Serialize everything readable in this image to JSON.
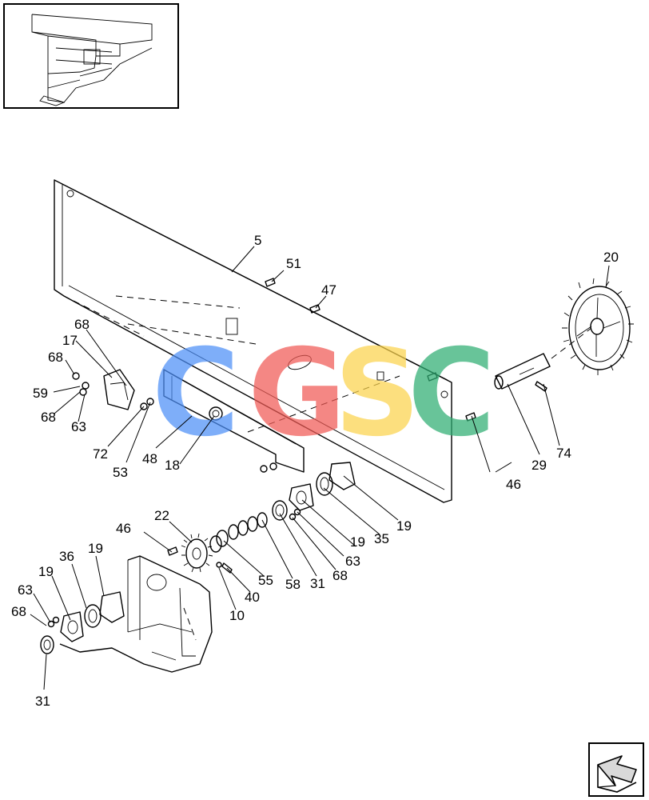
{
  "diagram": {
    "callouts": [
      {
        "id": "c5",
        "text": "5"
      },
      {
        "id": "c51",
        "text": "51"
      },
      {
        "id": "c47",
        "text": "47"
      },
      {
        "id": "c20",
        "text": "20"
      },
      {
        "id": "c68a",
        "text": "68"
      },
      {
        "id": "c17",
        "text": "17"
      },
      {
        "id": "c68b",
        "text": "68"
      },
      {
        "id": "c59",
        "text": "59"
      },
      {
        "id": "c68c",
        "text": "68"
      },
      {
        "id": "c63a",
        "text": "63"
      },
      {
        "id": "c72",
        "text": "72"
      },
      {
        "id": "c53",
        "text": "53"
      },
      {
        "id": "c48",
        "text": "48"
      },
      {
        "id": "c18",
        "text": "18"
      },
      {
        "id": "c46a",
        "text": "46"
      },
      {
        "id": "c29",
        "text": "29"
      },
      {
        "id": "c74",
        "text": "74"
      },
      {
        "id": "c19a",
        "text": "19"
      },
      {
        "id": "c35",
        "text": "35"
      },
      {
        "id": "c19b",
        "text": "19"
      },
      {
        "id": "c63b",
        "text": "63"
      },
      {
        "id": "c22",
        "text": "22"
      },
      {
        "id": "c46b",
        "text": "46"
      },
      {
        "id": "c55",
        "text": "55"
      },
      {
        "id": "c58",
        "text": "58"
      },
      {
        "id": "c31a",
        "text": "31"
      },
      {
        "id": "c68d",
        "text": "68"
      },
      {
        "id": "c40",
        "text": "40"
      },
      {
        "id": "c10",
        "text": "10"
      },
      {
        "id": "c36",
        "text": "36"
      },
      {
        "id": "c19c",
        "text": "19"
      },
      {
        "id": "c19d",
        "text": "19"
      },
      {
        "id": "c63c",
        "text": "63"
      },
      {
        "id": "c68e",
        "text": "68"
      },
      {
        "id": "c31b",
        "text": "31"
      }
    ],
    "watermark": {
      "letters": [
        "C",
        "G",
        "S",
        "C"
      ],
      "colors": [
        "#4d8ff7",
        "#f05a55",
        "#fbd34d",
        "#2fae73"
      ]
    }
  }
}
